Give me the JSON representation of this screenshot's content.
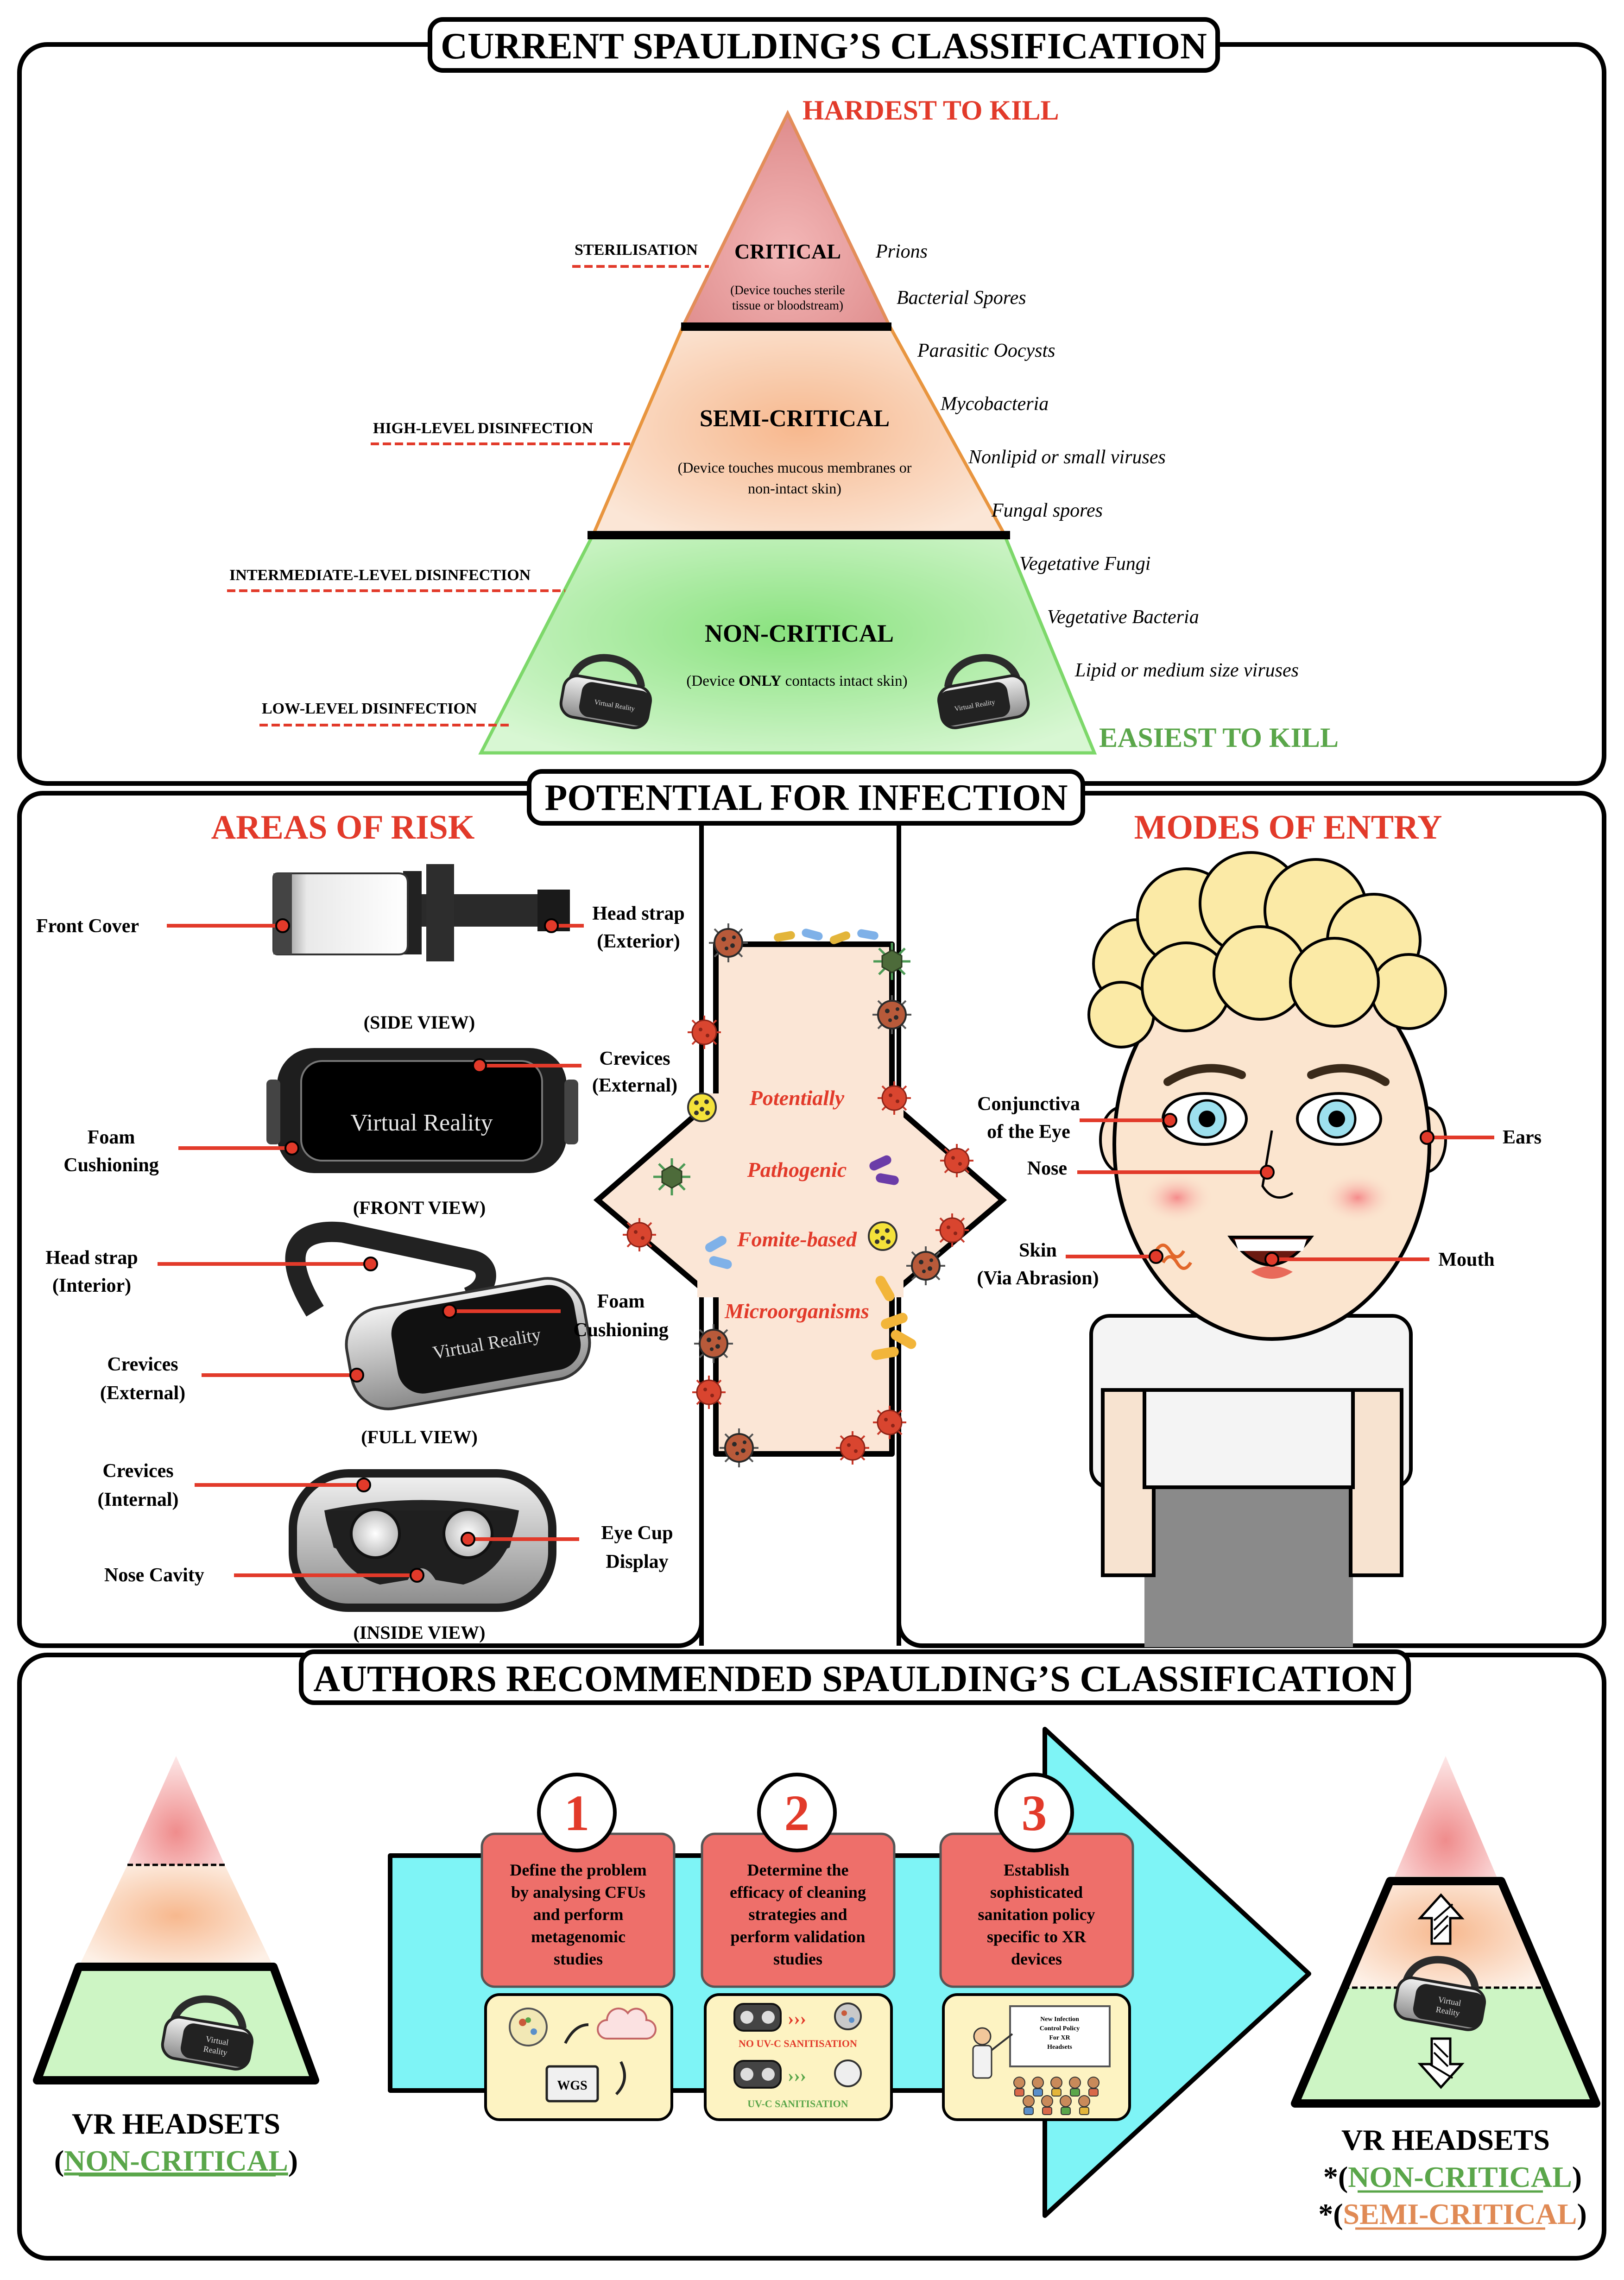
{
  "section1": {
    "title": "CURRENT SPAULDING’S CLASSIFICATION",
    "hardest": "HARDEST TO KILL",
    "easiest": "EASIEST TO KILL",
    "levels": [
      {
        "name": "CRITICAL",
        "desc1": "(Device touches sterile",
        "desc2": "tissue or bloodstream)"
      },
      {
        "name": "SEMI-CRITICAL",
        "desc1": "(Device touches mucous membranes or",
        "desc2": "non-intact skin)"
      },
      {
        "name": "NON-CRITICAL",
        "desc_pre": "(Device ",
        "desc_bold": "ONLY",
        "desc_post": " contacts intact skin)"
      }
    ],
    "methods": [
      "STERILISATION",
      "HIGH-LEVEL DISINFECTION",
      "INTERMEDIATE-LEVEL DISINFECTION",
      "LOW-LEVEL DISINFECTION"
    ],
    "organisms": [
      "Prions",
      "Bacterial Spores",
      "Parasitic Oocysts",
      "Mycobacteria",
      "Nonlipid or small viruses",
      "Fungal spores",
      "Vegetative Fungi",
      "Vegetative Bacteria",
      "Lipid or medium size viruses"
    ],
    "headset_text": "Virtual Reality"
  },
  "section2": {
    "title": "POTENTIAL FOR INFECTION",
    "areas_title": "AREAS OF RISK",
    "entry_title": "MODES OF ENTRY",
    "views": {
      "side": "(SIDE VIEW)",
      "front": "(FRONT VIEW)",
      "full": "(FULL VIEW)",
      "inside": "(INSIDE VIEW)"
    },
    "labels": {
      "front_cover": "Front Cover",
      "head_strap_ext1": "Head strap",
      "head_strap_ext2": "(Exterior)",
      "crevices_ext_a1": "Crevices",
      "crevices_ext_a2": "(External)",
      "foam_a1": "Foam",
      "foam_a2": "Cushioning",
      "head_strap_int1": "Head strap",
      "head_strap_int2": "(Interior)",
      "foam_b1": "Foam",
      "foam_b2": "Cushioning",
      "crevices_ext_b1": "Crevices",
      "crevices_ext_b2": "(External)",
      "crevices_int1": "Crevices",
      "crevices_int2": "(Internal)",
      "eye_cup1": "Eye Cup",
      "eye_cup2": "Display",
      "nose_cavity": "Nose Cavity"
    },
    "headset_text": "Virtual Reality",
    "microbe_text": [
      "Potentially",
      "Pathogenic",
      "Fomite-based",
      "Microorganisms"
    ],
    "entry": {
      "conj1": "Conjunctiva",
      "conj2": "of the Eye",
      "nose": "Nose",
      "skin1": "Skin",
      "skin2": "(Via Abrasion)",
      "ears": "Ears",
      "mouth": "Mouth"
    }
  },
  "section3": {
    "title": "AUTHORS RECOMMENDED SPAULDING’S CLASSIFICATION",
    "steps": [
      {
        "num": "1",
        "text": [
          "Define the problem",
          "by analysing CFUs",
          "and perform",
          "metagenomic",
          "studies"
        ]
      },
      {
        "num": "2",
        "text": [
          "Determine the",
          "efficacy of cleaning",
          "strategies and",
          "perform validation",
          "studies"
        ]
      },
      {
        "num": "3",
        "text": [
          "Establish",
          "sophisticated",
          "sanitation policy",
          "specific to XR",
          "devices"
        ]
      }
    ],
    "wgs": "WGS",
    "no_uvc": "NO UV-C SANITISATION",
    "uvc": "UV-C SANITISATION",
    "policy_board": [
      "New Infection",
      "Control Policy",
      "For XR",
      "Headsets"
    ],
    "left_caption": "VR HEADSETS",
    "left_class": "NON-CRITICAL",
    "right_caption": "VR HEADSETS",
    "right_class1": "NON-CRITICAL",
    "right_class2": "SEMI-CRITICAL",
    "headset_text1": "Virtual",
    "headset_text2": "Reality",
    "colors": {
      "green": "#5aa64a",
      "orange": "#e08a55",
      "red": "#e23a2a",
      "cyan": "#7ef4f6"
    }
  }
}
